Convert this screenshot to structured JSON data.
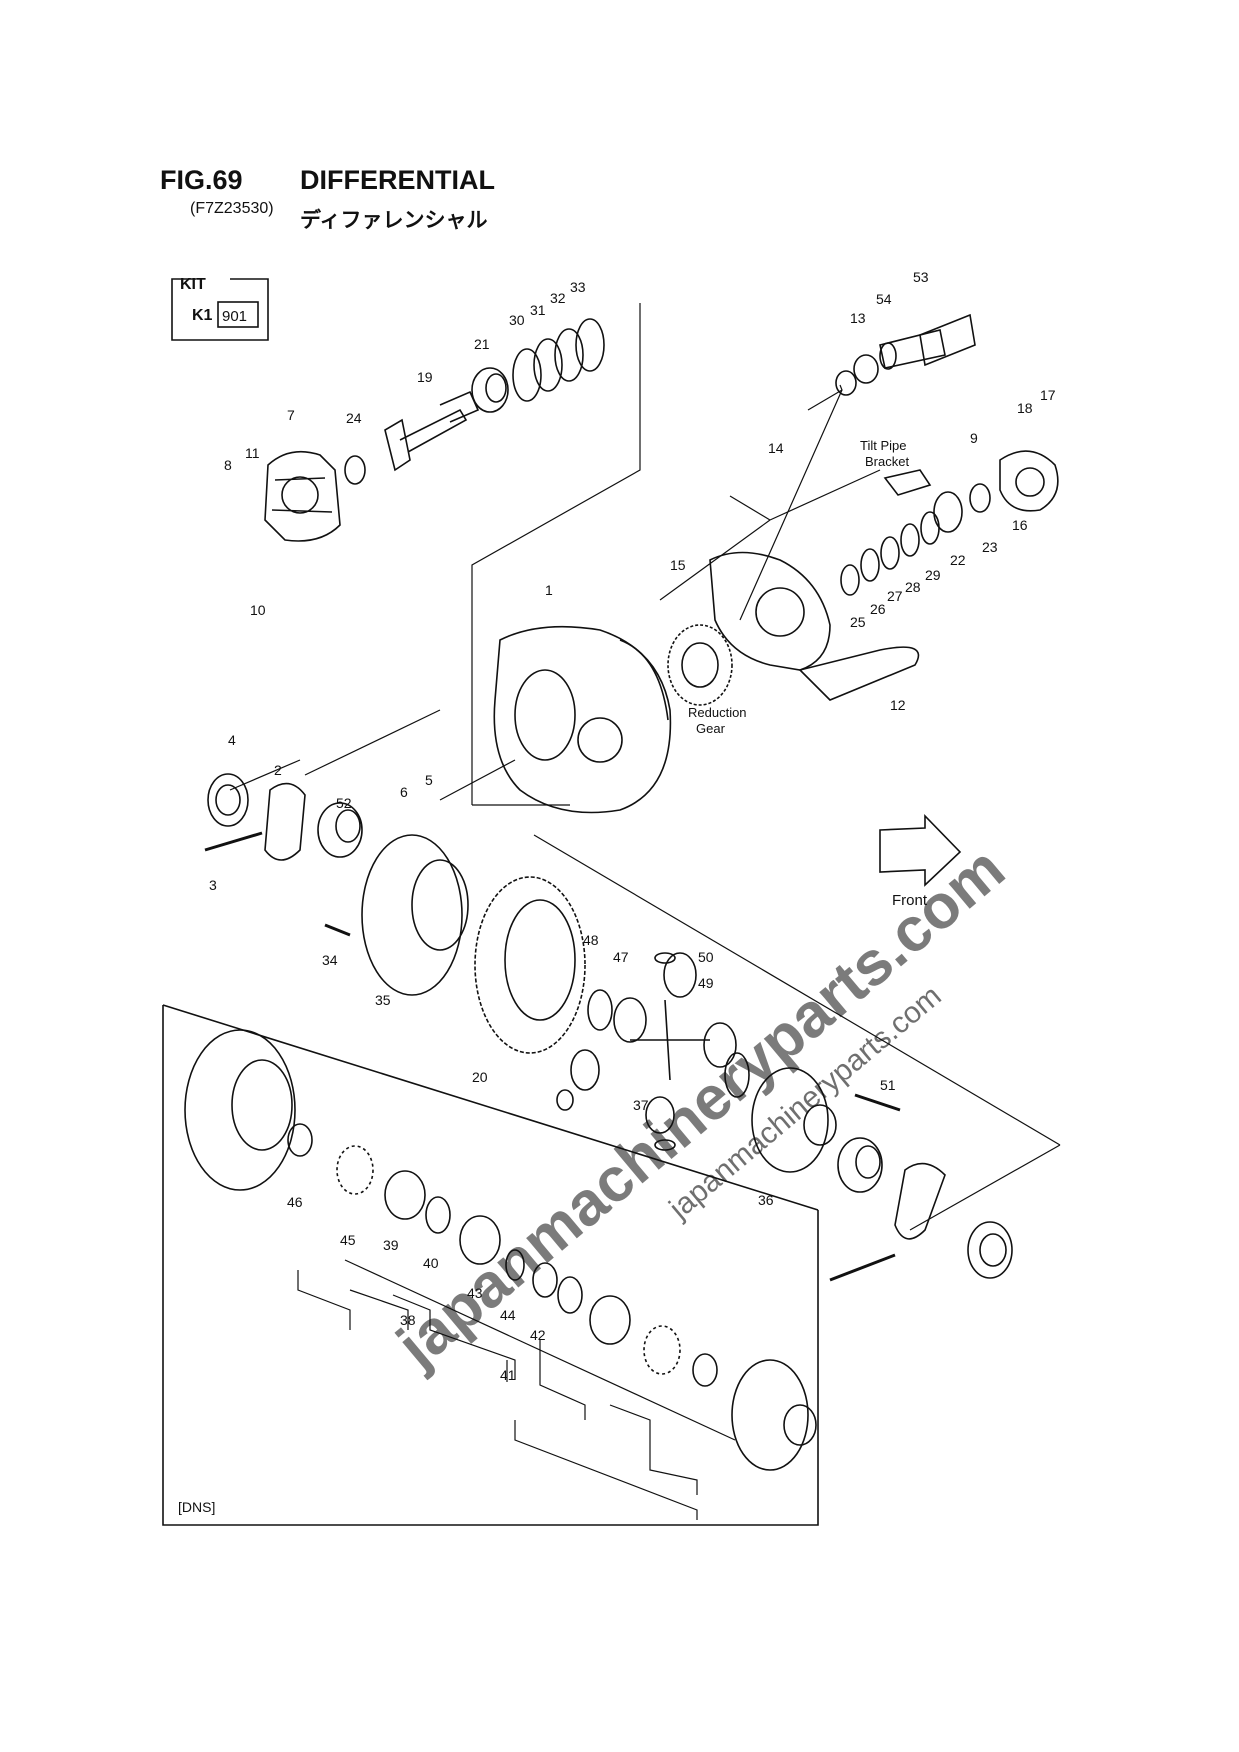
{
  "figure": {
    "number": "FIG.69",
    "title": "DIFFERENTIAL",
    "code": "(F7Z23530)",
    "title_jp": "ディファレンシャル"
  },
  "kit": {
    "header": "KIT",
    "row_label": "K1",
    "row_value": "901"
  },
  "labels": {
    "tilt_pipe": "Tilt Pipe",
    "bracket": "Bracket",
    "reduction": "Reduction",
    "gear": "Gear",
    "front": "Front",
    "variant": "[DNS]"
  },
  "callouts": [
    "1",
    "2",
    "3",
    "4",
    "5",
    "6",
    "7",
    "8",
    "9",
    "10",
    "11",
    "12",
    "13",
    "14",
    "15",
    "16",
    "17",
    "18",
    "19",
    "20",
    "21",
    "22",
    "23",
    "24",
    "25",
    "26",
    "27",
    "28",
    "29",
    "30",
    "31",
    "32",
    "33",
    "34",
    "35",
    "36",
    "37",
    "38",
    "39",
    "40",
    "41",
    "42",
    "43",
    "44",
    "45",
    "46",
    "47",
    "48",
    "49",
    "50",
    "51",
    "52",
    "53",
    "54"
  ],
  "watermarks": [
    "japanmachineryparts.com",
    "japanmachineryparts.com"
  ]
}
